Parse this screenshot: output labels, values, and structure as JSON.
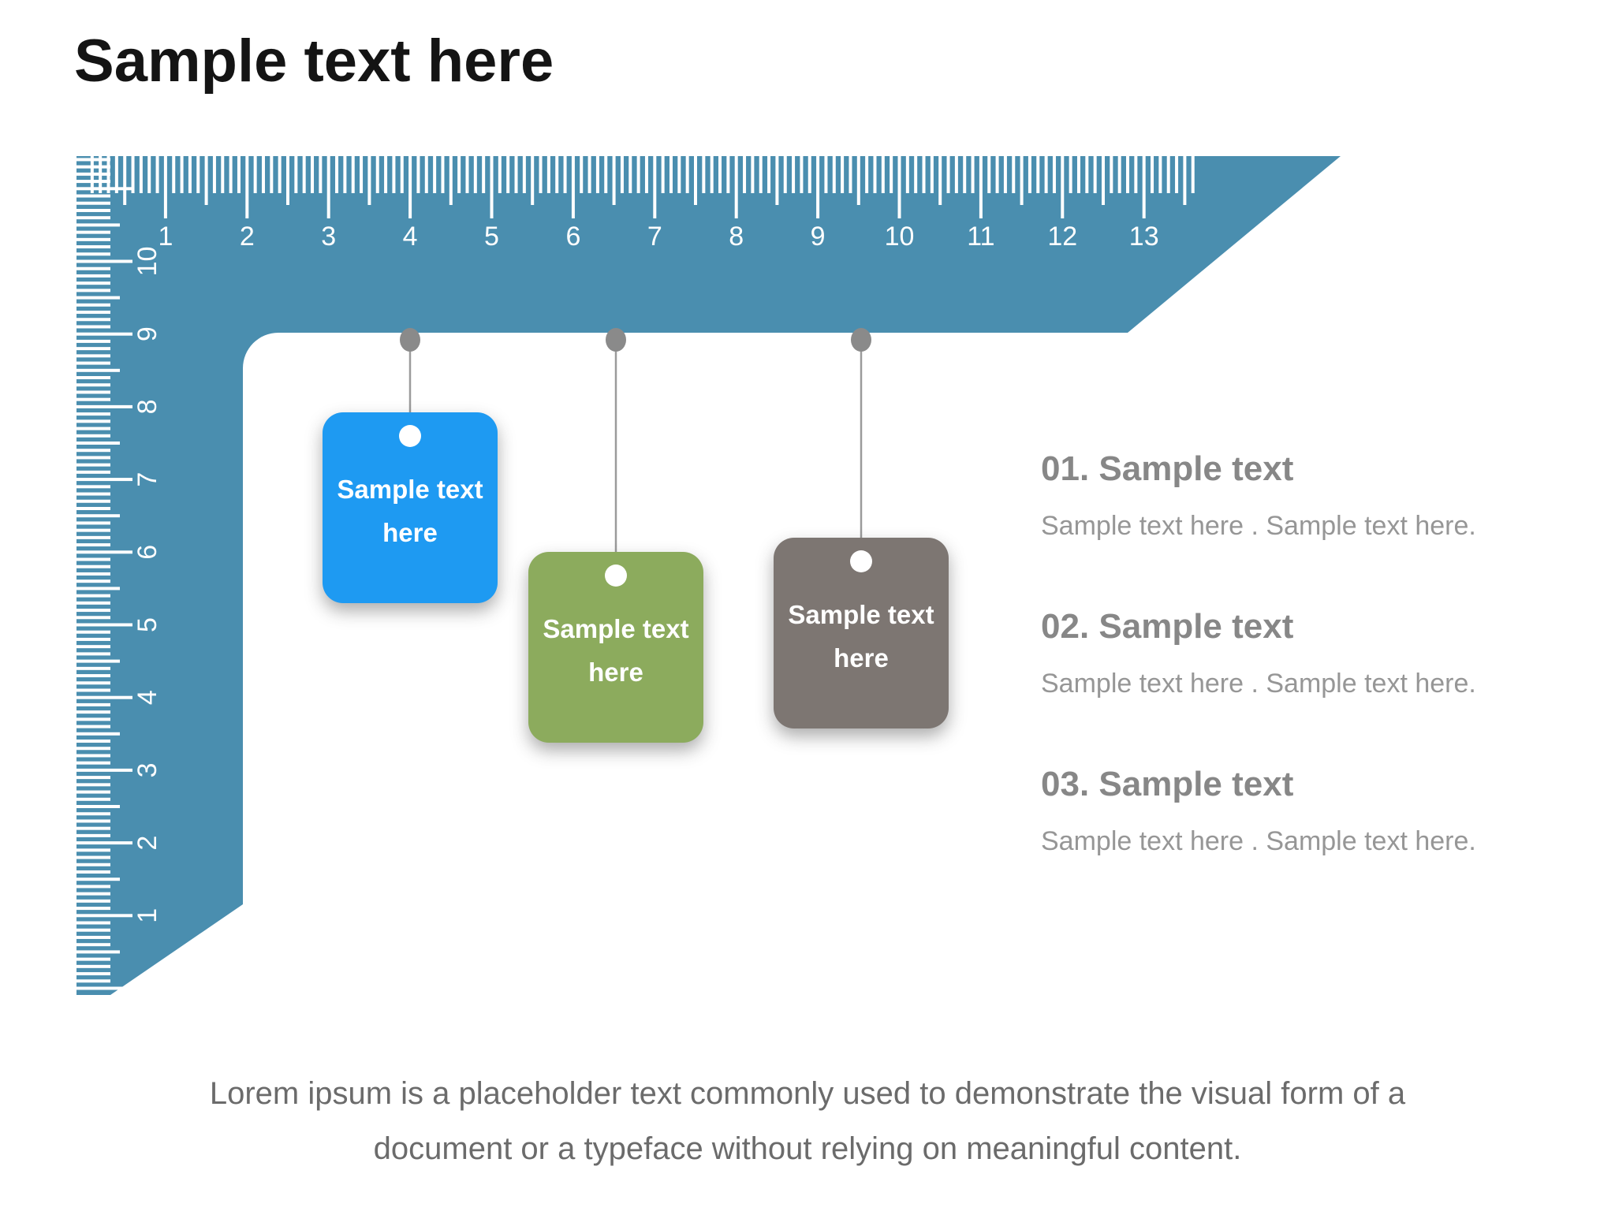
{
  "title": "Sample text here",
  "ruler": {
    "horizontal_numbers": [
      "1",
      "2",
      "3",
      "4",
      "5",
      "6",
      "7",
      "8",
      "9",
      "10",
      "11",
      "12",
      "13"
    ],
    "vertical_numbers": [
      "1",
      "2",
      "3",
      "4",
      "5",
      "6",
      "7",
      "8",
      "9",
      "10"
    ]
  },
  "tags": [
    {
      "line1": "Sample text",
      "line2": "here",
      "color": "#1e9af2"
    },
    {
      "line1": "Sample text",
      "line2": "here",
      "color": "#8cab5d"
    },
    {
      "line1": "Sample text",
      "line2": "here",
      "color": "#7d7672"
    }
  ],
  "items": [
    {
      "heading": "01. Sample text",
      "body": "Sample text here . Sample text here."
    },
    {
      "heading": "02. Sample text",
      "body": "Sample text here . Sample text here."
    },
    {
      "heading": "03. Sample text",
      "body": "Sample text here . Sample text here."
    }
  ],
  "paragraph": {
    "line1": "Lorem ipsum is a placeholder text commonly used to demonstrate the visual form of a",
    "line2": "document or a typeface without relying on meaningful content."
  },
  "colors": {
    "ruler": "#4a8eaf",
    "tick": "#ffffff",
    "ruler_number": "#ffffff",
    "dot": "#8a8a8a",
    "string": "#9b9b9b",
    "tag_blue": "#1e9af2",
    "tag_green": "#8cab5d",
    "tag_gray": "#7d7672",
    "heading_text": "#878787",
    "body_text": "#969696",
    "paragraph_text": "#6b6b6b",
    "title_text": "#141414"
  }
}
